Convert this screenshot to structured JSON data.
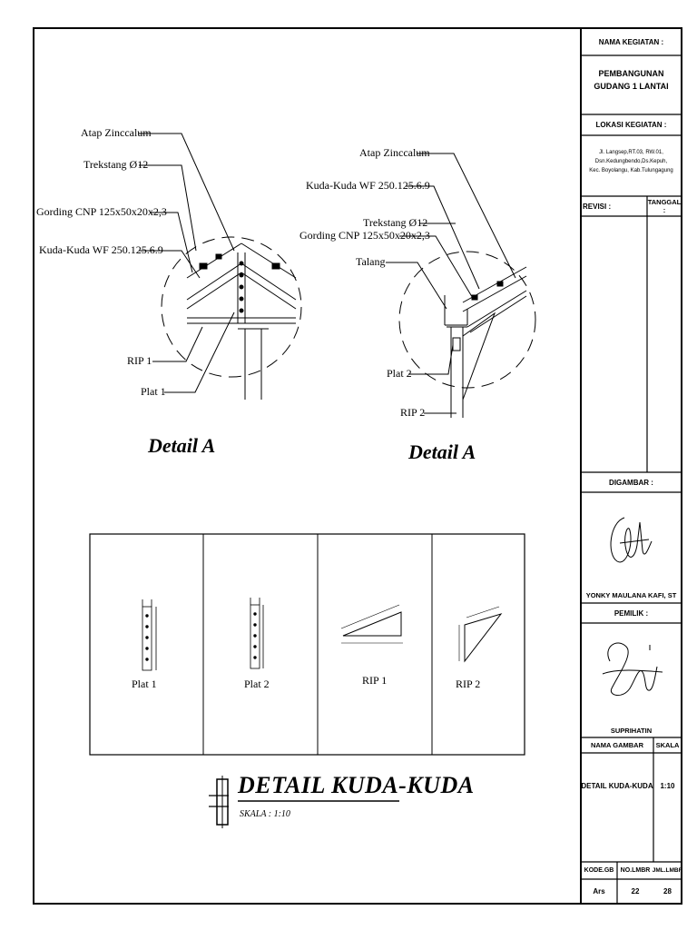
{
  "detail_left": {
    "title": "Detail A",
    "labels": {
      "atap": "Atap Zinccalum",
      "trekstang": "Trekstang Ø12",
      "gording": "Gording CNP 125x50x20x2,3",
      "kuda": "Kuda-Kuda WF 250.125.6.9",
      "rip1": "RIP 1",
      "plat1": "Plat 1"
    }
  },
  "detail_right": {
    "title": "Detail A",
    "labels": {
      "atap": "Atap Zinccalum",
      "kuda": "Kuda-Kuda WF 250.125.6.9",
      "trekstang": "Trekstang Ø12",
      "gording": "Gording CNP 125x50x20x2,3",
      "talang": "Talang",
      "plat2": "Plat  2",
      "rip2": "RIP 2"
    }
  },
  "parts_table": {
    "cells": [
      "Plat 1",
      "Plat  2",
      "RIP 1",
      "RIP 2"
    ]
  },
  "drawing_title": {
    "main": "DETAIL KUDA-KUDA",
    "scale": "SKALA : 1:10"
  },
  "title_block": {
    "nama_kegiatan_label": "NAMA KEGIATAN :",
    "nama_kegiatan_l1": "PEMBANGUNAN",
    "nama_kegiatan_l2": "GUDANG 1 LANTAI",
    "lokasi_label": "LOKASI KEGIATAN :",
    "lokasi_l1": "Jl. Langsep,RT.03, RW.01,",
    "lokasi_l2": "Dsn.Kedungbendo,Ds.Kepuh,",
    "lokasi_l3": "Kec. Boyolangu, Kab.Tulungagung",
    "revisi_label": "REVISI :",
    "tanggal_label": "TANGGAL :",
    "digambar_label": "DIGAMBAR :",
    "digambar_name": "YONKY MAULANA KAFI, ST",
    "pemilik_label": "PEMILIK :",
    "pemilik_name": "SUPRIHATIN",
    "nama_gambar_label": "NAMA GAMBAR",
    "skala_label": "SKALA",
    "nama_gambar_value": "DETAIL KUDA-KUDA",
    "skala_value": "1:10",
    "kode_label": "KODE.GB",
    "no_lmbr_label": "NO.LMBR",
    "jml_lmbr_label": "JML.LMBR",
    "kode_value": "Ars",
    "no_lmbr_value": "22",
    "jml_lmbr_value": "28"
  }
}
